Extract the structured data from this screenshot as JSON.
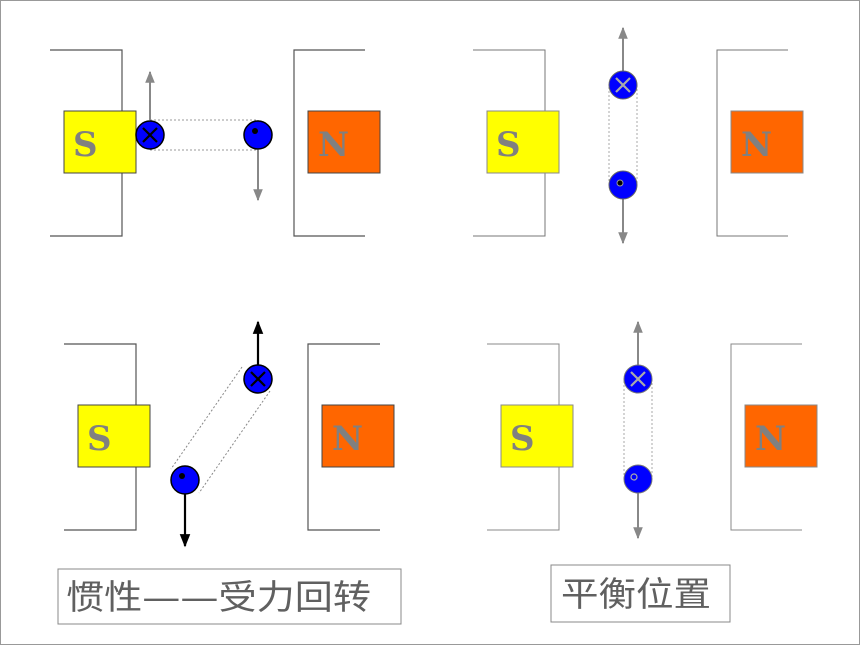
{
  "poles": {
    "south": "S",
    "north": "N"
  },
  "captions": {
    "inertia": "惯性——受力回转",
    "equilibrium": "平衡位置"
  },
  "colors": {
    "south_pole": "#ffff00",
    "north_pole": "#ff6600",
    "conductor": "#0000ff",
    "frame": "#555555",
    "arrow_dark": "#000000",
    "arrow_light": "#888888"
  },
  "symbols": {
    "current_into_page": "×",
    "current_out_of_page": "•"
  }
}
